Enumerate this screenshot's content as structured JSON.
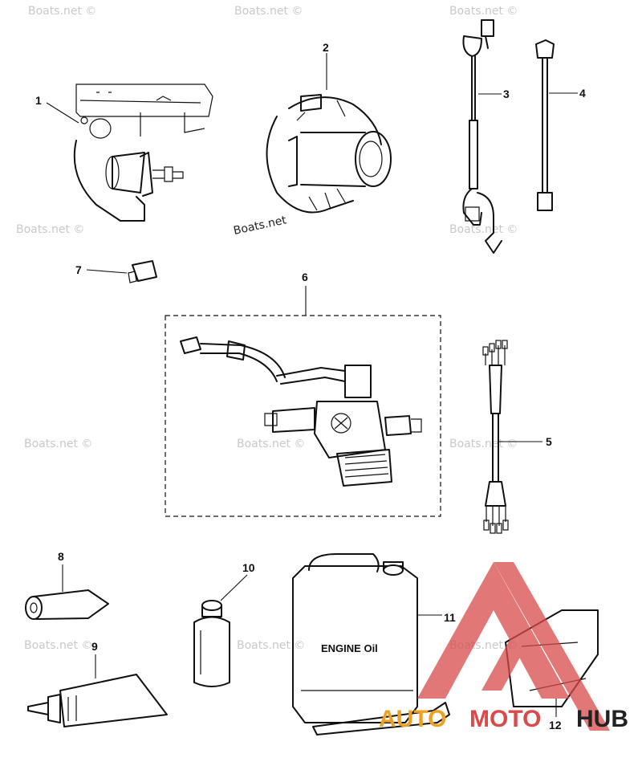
{
  "watermark": "Boats.net ©",
  "watermark_inline": "Boats.net",
  "callouts": {
    "p1": "1",
    "p2": "2",
    "p3": "3",
    "p4": "4",
    "p5": "5",
    "p6": "6",
    "p7": "7",
    "p8": "8",
    "p9": "9",
    "p10": "10",
    "p11": "11",
    "p12": "12"
  },
  "oil_can_label": "ENGINE Oil",
  "logo": {
    "text_auto": "AUTO",
    "text_moto": "MOTO",
    "text_hub": "HUB",
    "colors": {
      "triangle": "#d94a4a",
      "auto": "#f0a020",
      "moto": "#d94a4a",
      "hub": "#222222"
    }
  },
  "icons": [
    "starter-motor-icon",
    "rotor-icon",
    "wiring-harness-icon",
    "fuel-primer-kit-icon",
    "grease-tube-icon",
    "spray-can-icon",
    "oil-jug-icon",
    "triangle-logo-icon"
  ]
}
